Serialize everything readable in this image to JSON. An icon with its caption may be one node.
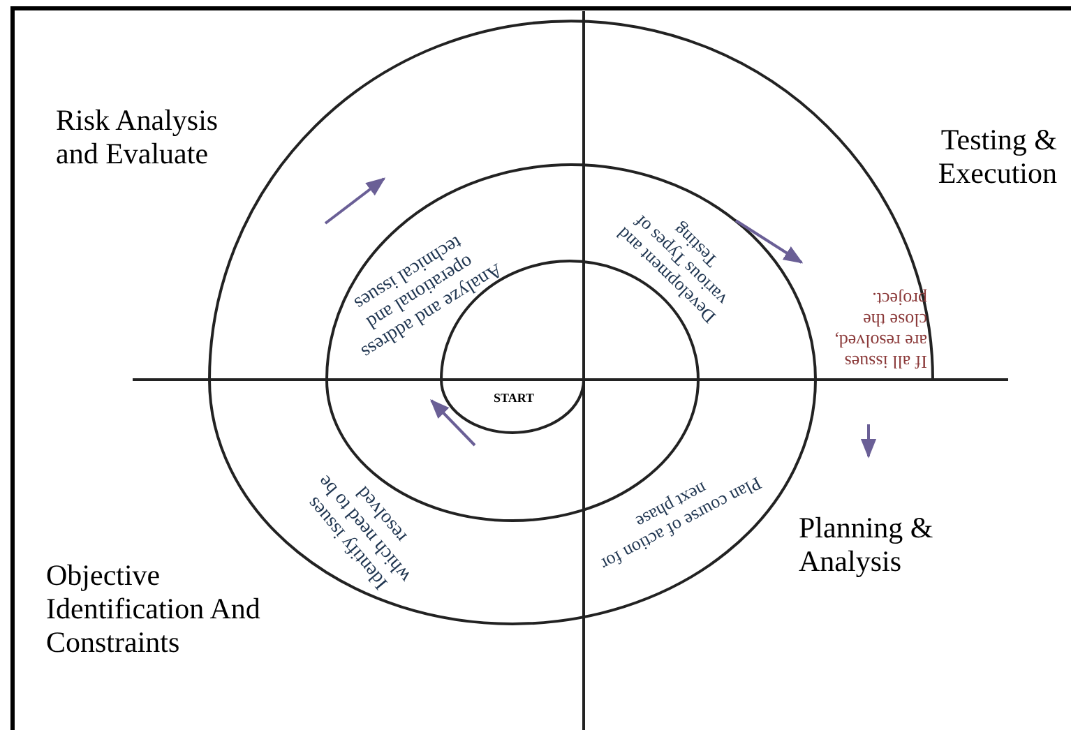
{
  "diagram": {
    "labels": [
      "Risk Analysis and Evaluate",
      "Testing & Execution",
      "Analyze and address operational and technical issues",
      "Development and various Types of Testing",
      "If all issues are resolved, close the project.",
      "START",
      "Identify issues which need to be resolved",
      "Plan course of action for next phase",
      "Planning & Analysis",
      "Objective Identification And Constraints"
    ]
  }
}
